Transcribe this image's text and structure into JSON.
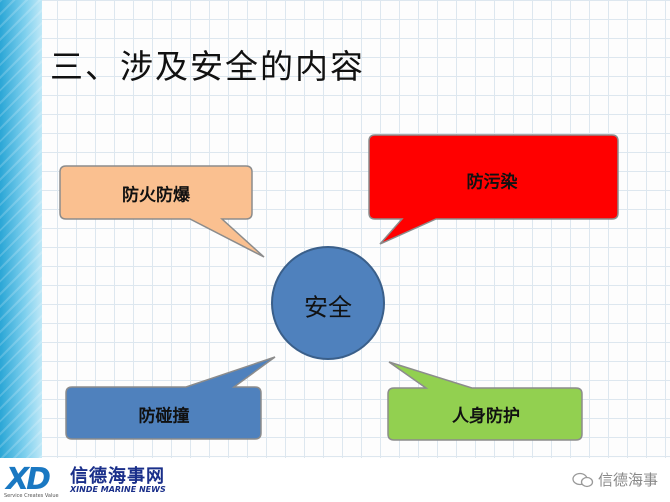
{
  "title": "三、涉及安全的内容",
  "center": {
    "label": "安全",
    "color": "#4f81bd"
  },
  "nodes": {
    "fire": {
      "label": "防火防爆",
      "color": "#fac090"
    },
    "pollution": {
      "label": "防污染",
      "color": "#ff0000"
    },
    "collision": {
      "label": "防碰撞",
      "color": "#4f81bd"
    },
    "personal": {
      "label": "人身防护",
      "color": "#92d050"
    }
  },
  "footer": {
    "logo_mark": "XD",
    "logo_cn": "信德海事网",
    "logo_en": "XINDE MARINE NEWS",
    "logo_tag": "Service Creates Value",
    "watermark": "信德海事"
  }
}
